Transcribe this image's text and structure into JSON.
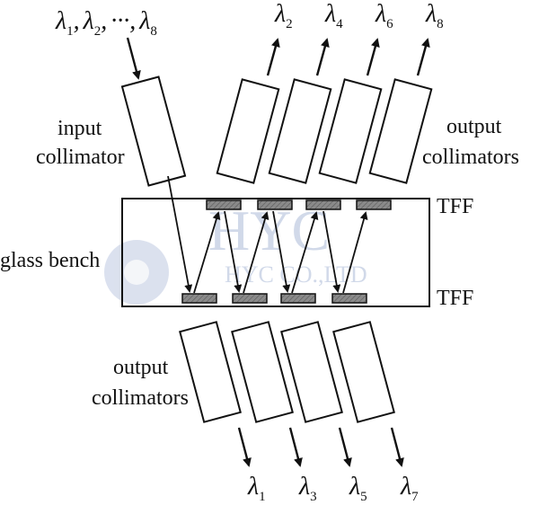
{
  "labels": {
    "input_collimator_line1": "input",
    "input_collimator_line2": "collimator",
    "output_collimators_top_line1": "output",
    "output_collimators_top_line2": "collimators",
    "output_collimators_bottom_line1": "output",
    "output_collimators_bottom_line2": "collimators",
    "glass_bench": "glass bench",
    "tff_top": "TFF",
    "tff_bottom": "TFF",
    "input_wavelengths": "λ1, λ2, ···, λ8"
  },
  "input_lambda": {
    "parts": [
      {
        "sym": "λ",
        "sub": "1",
        "sep": ","
      },
      {
        "sym": "λ",
        "sub": "2",
        "sep": ","
      },
      {
        "sym": "",
        "sub": "",
        "sep": "···,"
      },
      {
        "sym": "λ",
        "sub": "8",
        "sep": ""
      }
    ]
  },
  "top_outputs": [
    {
      "sym": "λ",
      "sub": "2"
    },
    {
      "sym": "λ",
      "sub": "4"
    },
    {
      "sym": "λ",
      "sub": "6"
    },
    {
      "sym": "λ",
      "sub": "8"
    }
  ],
  "bottom_outputs": [
    {
      "sym": "λ",
      "sub": "1"
    },
    {
      "sym": "λ",
      "sub": "3"
    },
    {
      "sym": "λ",
      "sub": "5"
    },
    {
      "sym": "λ",
      "sub": "7"
    }
  ],
  "watermark": {
    "big": "HYC",
    "small": "HYC CO.,LTD"
  },
  "colors": {
    "ink": "#111111",
    "filter_fill": "#808080",
    "watermark": "#c9d3e6"
  }
}
